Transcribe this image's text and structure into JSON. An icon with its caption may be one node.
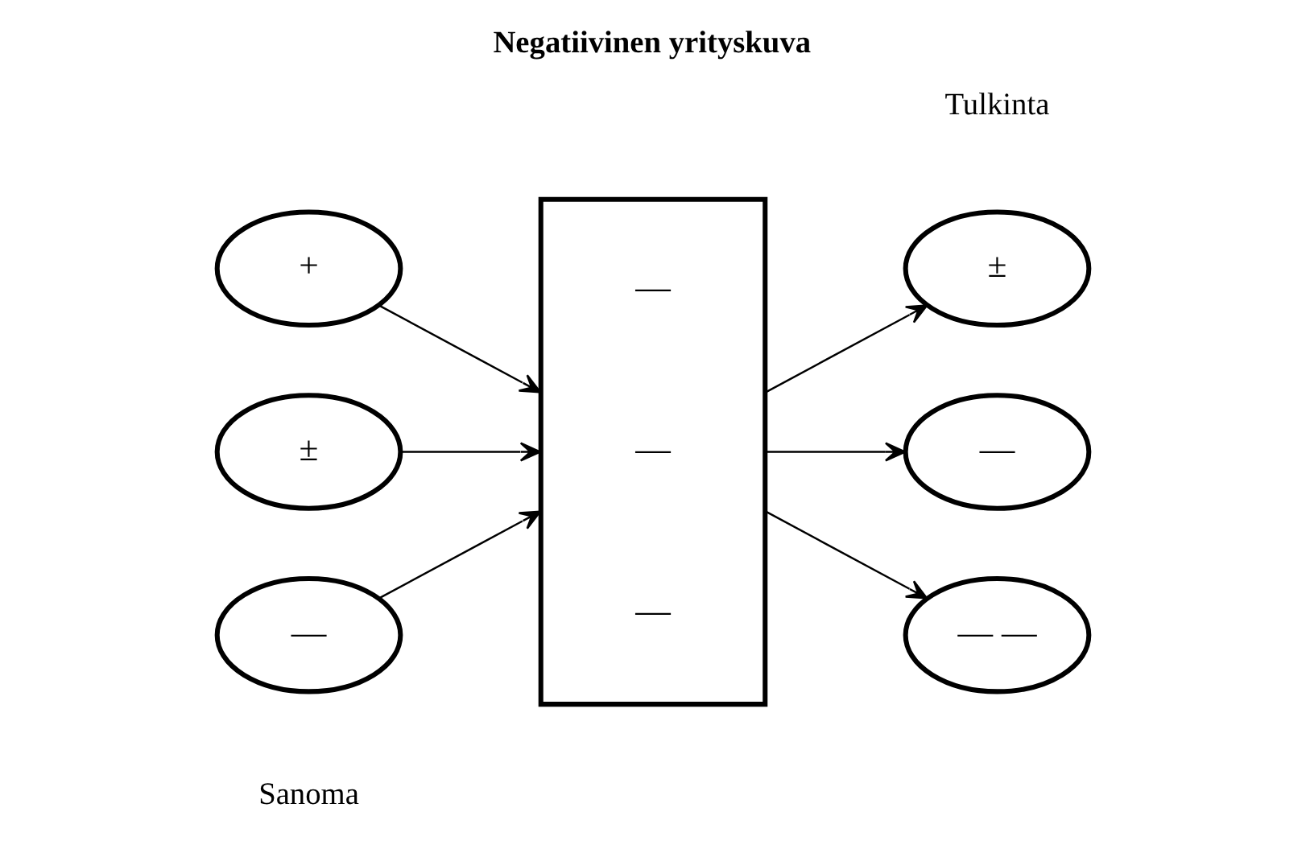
{
  "diagram": {
    "title": "Negatiivinen yrityskuva",
    "nodes": [
      {
        "text": [
          "+"
        ]
      },
      {
        "text": [
          "±"
        ]
      },
      {
        "text": [
          "—"
        ]
      },
      {
        "text": [
          "—",
          "—",
          "—"
        ]
      },
      {
        "text": [
          "±"
        ]
      },
      {
        "text": [
          "—"
        ]
      },
      {
        "text": [
          "— —"
        ]
      }
    ],
    "edges": [
      {
        "from": 0,
        "to": 3,
        "arrow": "to"
      },
      {
        "from": 1,
        "to": 3,
        "arrow": "to"
      },
      {
        "from": 2,
        "to": 3,
        "arrow": "to"
      },
      {
        "from": 3,
        "to": 4,
        "arrow": "to"
      },
      {
        "from": 3,
        "to": 5,
        "arrow": "to"
      },
      {
        "from": 3,
        "to": 6,
        "arrow": "to"
      }
    ],
    "labels": [
      "Sanoma",
      "Tulkinta"
    ]
  }
}
